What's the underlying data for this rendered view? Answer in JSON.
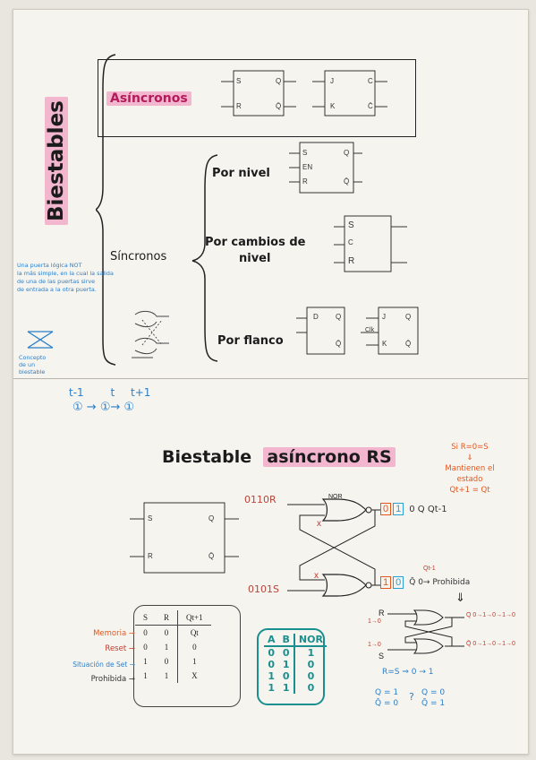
{
  "top": {
    "title": "Biestables",
    "asincronos": "Asíncronos",
    "sincronos": "Síncronos",
    "por_nivel": "Por nivel",
    "por_cambios": "Por cambios de",
    "por_cambios2": "nivel",
    "por_flanco": "Por flanco",
    "note_nor": [
      "Una puerta lógica NOT",
      "la más simple, en la cual la salida",
      "de una de las puertas sirve",
      "de entrada a la otra puerta."
    ],
    "concepto": [
      "Concepto",
      "de un",
      "biestable"
    ],
    "pins": {
      "S": "S",
      "R": "R",
      "Q": "Q",
      "Qb": "Q̄",
      "J": "J",
      "K": "K",
      "C": "C",
      "Cb": "C̄",
      "EN": "EN",
      "D": "D",
      "Clk": "Clk"
    }
  },
  "timeline": {
    "labels": [
      "t-1",
      "t",
      "t+1"
    ],
    "nodes": [
      "①",
      "①",
      "①"
    ]
  },
  "bottom": {
    "title_prefix": "Biestable",
    "title_hl": "asíncrono RS",
    "note_orange": [
      "Si R=0=S",
      "⇓",
      "Mantienen el",
      "estado",
      "Qt+1 = Qt"
    ],
    "sig_top": "0110R",
    "sig_bot": "0101S",
    "nor_label": "NOR",
    "top_out": "0 Q Qt-1",
    "top_vals": [
      "0",
      "1"
    ],
    "bot_vals": [
      "1",
      "0"
    ],
    "bot_out": "Q̄ 0→ Prohibida",
    "bot_out_up": "Qt-1",
    "arrow_down": "⇓",
    "x_label": "x",
    "truth": {
      "headers": [
        "S",
        "R",
        "Qt+1"
      ],
      "rows": [
        [
          "0",
          "0",
          "Qt"
        ],
        [
          "0",
          "1",
          "0"
        ],
        [
          "1",
          "0",
          "1"
        ],
        [
          "1",
          "1",
          "X"
        ]
      ],
      "labels": [
        "Memoria →",
        "Reset →",
        "Situación de Set →",
        "Prohibida →"
      ]
    },
    "nor_table": {
      "headers": [
        "A",
        "B",
        "NOR"
      ],
      "rows": [
        [
          "0",
          "0",
          "1"
        ],
        [
          "0",
          "1",
          "0"
        ],
        [
          "1",
          "0",
          "0"
        ],
        [
          "1",
          "1",
          "0"
        ]
      ]
    },
    "circuit_small": {
      "R": "R",
      "S": "S",
      "r_in": "1→0",
      "s_in": "1→0",
      "q_out": "Q 0→1→0→1→0",
      "qb_out": "Q̄ 0→1→0→1→0",
      "cond": "R=S ⇒ 0 → 1",
      "eq_left": [
        "Q = 1",
        "Q̄ = 0"
      ],
      "eq_mid": "?",
      "eq_right": [
        "Q = 0",
        "Q̄ = 1"
      ]
    }
  }
}
